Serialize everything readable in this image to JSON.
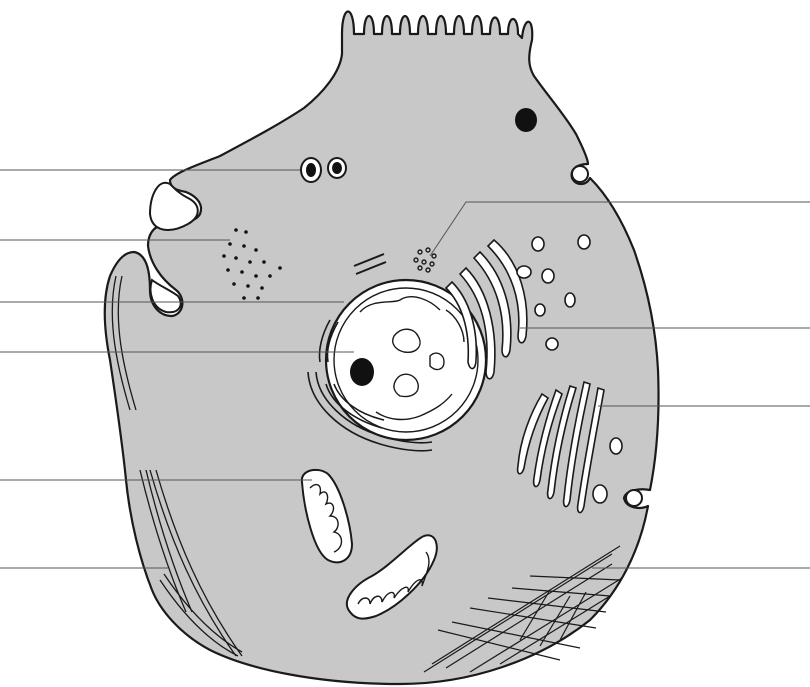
{
  "diagram": {
    "subject": "animal-cell",
    "colors": {
      "cytoplasm": "#c8c8c8",
      "outline": "#1a1a1a",
      "organelle_fill": "#ffffff",
      "dark": "#111111",
      "leader_line": "#555555"
    },
    "label_lines": [
      {
        "id": "centrioles",
        "side": "left",
        "text": ""
      },
      {
        "id": "ribosomes",
        "side": "left",
        "text": ""
      },
      {
        "id": "nuclear-envelope",
        "side": "left",
        "text": ""
      },
      {
        "id": "nucleolus",
        "side": "left",
        "text": ""
      },
      {
        "id": "mitochondrion",
        "side": "left",
        "text": ""
      },
      {
        "id": "microtubules",
        "side": "left",
        "text": ""
      },
      {
        "id": "free-ribosomes",
        "side": "right",
        "text": ""
      },
      {
        "id": "rough-endoplasmic-reticulum",
        "side": "right",
        "text": ""
      },
      {
        "id": "golgi-apparatus",
        "side": "right",
        "text": ""
      },
      {
        "id": "cytoskeleton-filaments",
        "side": "right",
        "text": ""
      }
    ]
  }
}
